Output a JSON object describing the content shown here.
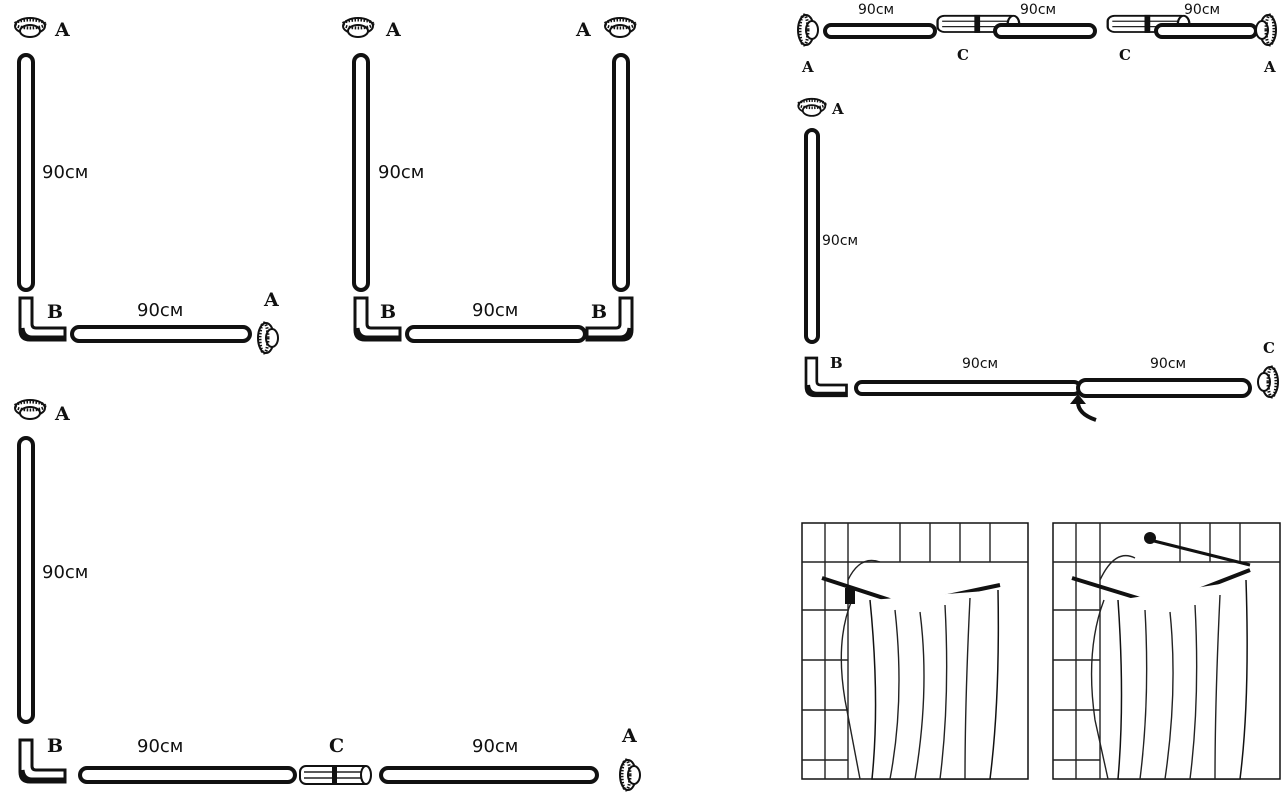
{
  "labels": {
    "a": "A",
    "b": "B",
    "c": "C"
  },
  "length": "90см",
  "diagrams": [
    {
      "name": "l-shape-single-corner"
    },
    {
      "name": "u-shape-two-corners"
    },
    {
      "name": "l-shape-with-connector"
    },
    {
      "name": "straight-three-rods"
    },
    {
      "name": "l-shape-telescopic"
    },
    {
      "name": "installed-l-shape-illustration"
    },
    {
      "name": "installed-u-shape-illustration"
    }
  ]
}
